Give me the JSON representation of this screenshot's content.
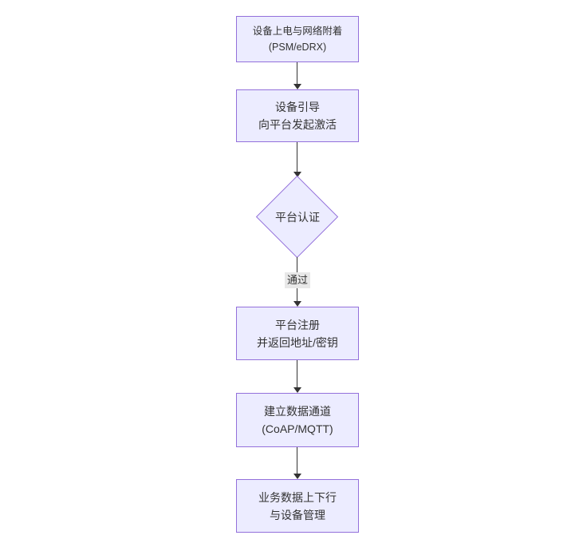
{
  "diagram": {
    "type": "flowchart",
    "direction": "top-down",
    "nodes": [
      {
        "id": "power-attach",
        "shape": "rect",
        "line1": "设备上电与网络附着",
        "line2": "(PSM/eDRX)"
      },
      {
        "id": "bootstrap",
        "shape": "rect",
        "line1": "设备引导",
        "line2": "向平台发起激活"
      },
      {
        "id": "platform-auth",
        "shape": "diamond",
        "label": "平台认证"
      },
      {
        "id": "register",
        "shape": "rect",
        "line1": "平台注册",
        "line2": "并返回地址/密钥"
      },
      {
        "id": "data-channel",
        "shape": "rect",
        "line1": "建立数据通道",
        "line2": "(CoAP/MQTT)"
      },
      {
        "id": "business",
        "shape": "rect",
        "line1": "业务数据上下行",
        "line2": "与设备管理"
      }
    ],
    "edges": [
      {
        "from": "power-attach",
        "to": "bootstrap",
        "label": ""
      },
      {
        "from": "bootstrap",
        "to": "platform-auth",
        "label": ""
      },
      {
        "from": "platform-auth",
        "to": "register",
        "label": "通过"
      },
      {
        "from": "register",
        "to": "data-channel",
        "label": ""
      },
      {
        "from": "data-channel",
        "to": "business",
        "label": ""
      }
    ],
    "colors": {
      "node_fill": "#ECECFF",
      "node_border": "#9370DB",
      "edge_line": "#333333",
      "text": "#333333",
      "edge_label_bg": "#e8e8e8",
      "background": "#ffffff"
    }
  }
}
